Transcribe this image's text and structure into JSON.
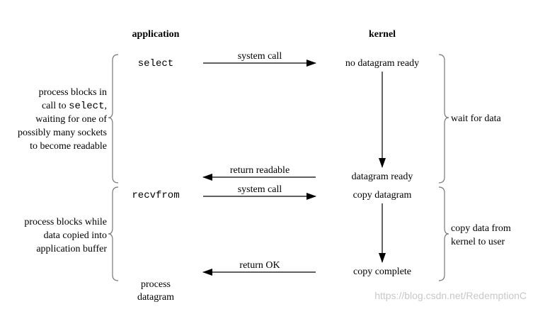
{
  "headers": {
    "application": "application",
    "kernel": "kernel"
  },
  "app_calls": {
    "select": "select",
    "recvfrom": "recvfrom",
    "process_line1": "process",
    "process_line2": "datagram"
  },
  "kernel_states": {
    "no_datagram_ready": "no datagram ready",
    "datagram_ready": "datagram ready",
    "copy_datagram": "copy datagram",
    "copy_complete": "copy complete"
  },
  "messages": {
    "system_call_1": "system call",
    "return_readable": "return readable",
    "system_call_2": "system call",
    "return_ok": "return OK"
  },
  "left_notes": {
    "phase1": {
      "line1": "process blocks in",
      "line2_prefix": "call to ",
      "line2_code": "select",
      "line2_suffix": ",",
      "line3": "waiting for one of",
      "line4": "possibly many sockets",
      "line5": "to become readable"
    },
    "phase2": {
      "line1": "process blocks while",
      "line2": "data copied into",
      "line3": "application buffer"
    }
  },
  "right_notes": {
    "phase1": {
      "line1": "wait for data"
    },
    "phase2": {
      "line1": "copy data from",
      "line2": "kernel to user"
    }
  },
  "watermark": "https://blog.csdn.net/RedemptionC"
}
